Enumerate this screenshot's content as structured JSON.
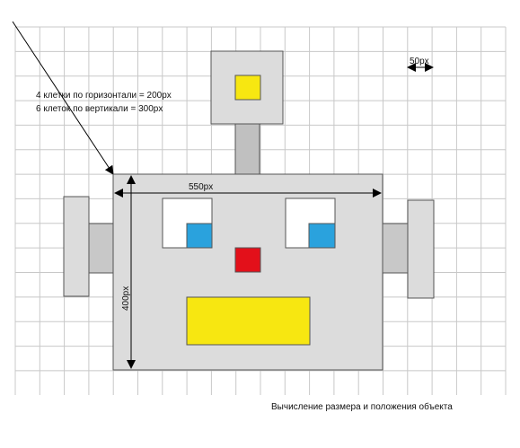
{
  "annotations": {
    "grid_count_horizontal": "4 клетки по горизонтали = 200px",
    "grid_count_vertical": "6 клеток по вертикали = 300px",
    "width_label": "550px",
    "height_label": "400px",
    "cell_label": "50px"
  },
  "caption": "Вычисление размера и положения объекта",
  "colors": {
    "grid": "#c8c8c8",
    "body": "#dcdcdc",
    "outline": "#000000",
    "antenna_stem": "#c0c0c0",
    "ear_connector": "#c8c8c8",
    "yellow": "#f7e711",
    "blue": "#2aa2dd",
    "red": "#e3101a",
    "white": "#ffffff"
  }
}
